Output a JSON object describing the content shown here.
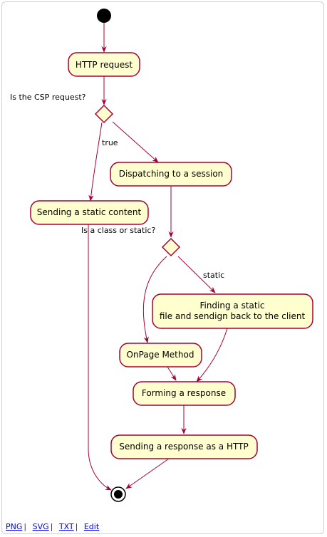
{
  "diagram": {
    "nodes": {
      "http_request": "HTTP request",
      "dispatching": "Dispatching to a session",
      "sending_static": "Sending a static content",
      "finding_static_1": "Finding a static",
      "finding_static_2": "file and sendign back to the client",
      "onpage": "OnPage Method",
      "forming": "Forming a response",
      "sending_response": "Sending a response as a HTTP"
    },
    "conditions": {
      "csp_question": "Is the CSP request?",
      "csp_true": "true",
      "class_question": "Is a class or static?",
      "class_static": "static"
    },
    "colors": {
      "node_fill": "#FEFECE",
      "node_border": "#A80036",
      "arrow": "#A80036",
      "start_end": "#000000"
    }
  },
  "footer": {
    "links": [
      "PNG",
      "SVG",
      "TXT",
      "Edit"
    ],
    "separator": "|"
  }
}
